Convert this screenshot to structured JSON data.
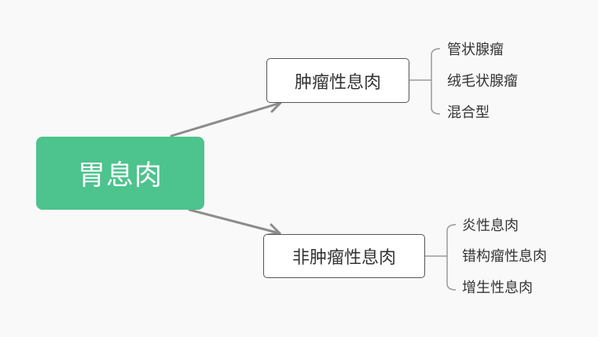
{
  "root": {
    "label": "胃息肉",
    "color": "#4dc38d"
  },
  "branches": [
    {
      "label": "肿瘤性息肉",
      "children": [
        "管状腺瘤",
        "绒毛状腺瘤",
        "混合型"
      ]
    },
    {
      "label": "非肿瘤性息肉",
      "children": [
        "炎性息肉",
        "错构瘤性息肉",
        "增生性息肉"
      ]
    }
  ],
  "colors": {
    "connector": "#8c8c8c",
    "bracket": "#9a9a9a",
    "node_border": "#555555",
    "background": "#f9f9f9"
  }
}
